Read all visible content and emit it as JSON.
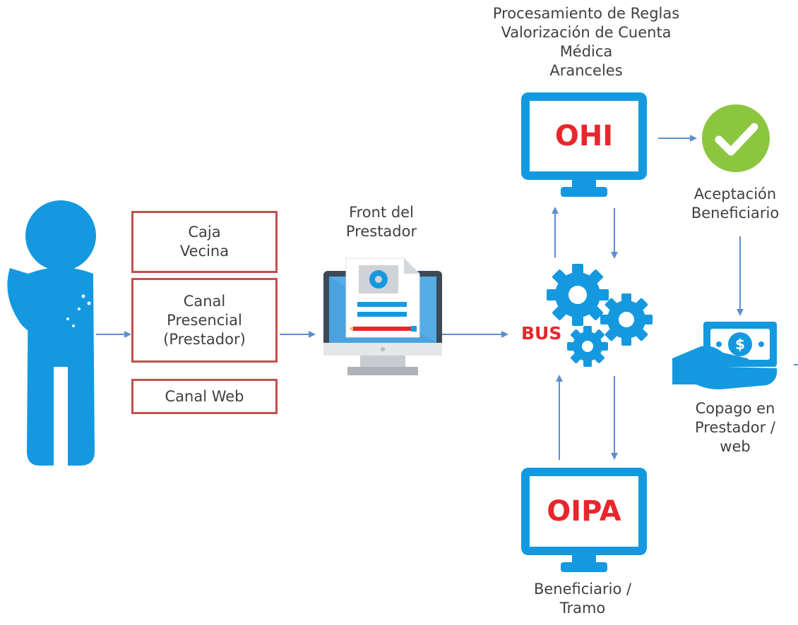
{
  "colors": {
    "primary_blue": "#1499e0",
    "arrow_blue": "#5b8fd0",
    "box_border": "#c0504d",
    "system_red": "#e8262b",
    "check_green": "#8cc63f"
  },
  "channels": [
    {
      "label": "Caja\nVecina"
    },
    {
      "label": "Canal\nPresencial\n(Prestador)"
    },
    {
      "label": "Canal Web"
    }
  ],
  "front": {
    "label": "Front del\nPrestador"
  },
  "bus": {
    "label": "BUS"
  },
  "ohi": {
    "label": "OHI",
    "caption": "Procesamiento de Reglas\nValorización de Cuenta\nMédica\nAranceles"
  },
  "oipa": {
    "label": "OIPA",
    "caption": "Beneficiario /\nTramo"
  },
  "acceptance": {
    "caption": "Aceptación\nBeneficiario",
    "icon": "check-icon"
  },
  "copay": {
    "caption": "Copago en\nPrestador /\nweb",
    "icon": "money-hand-icon",
    "symbol": "$"
  }
}
